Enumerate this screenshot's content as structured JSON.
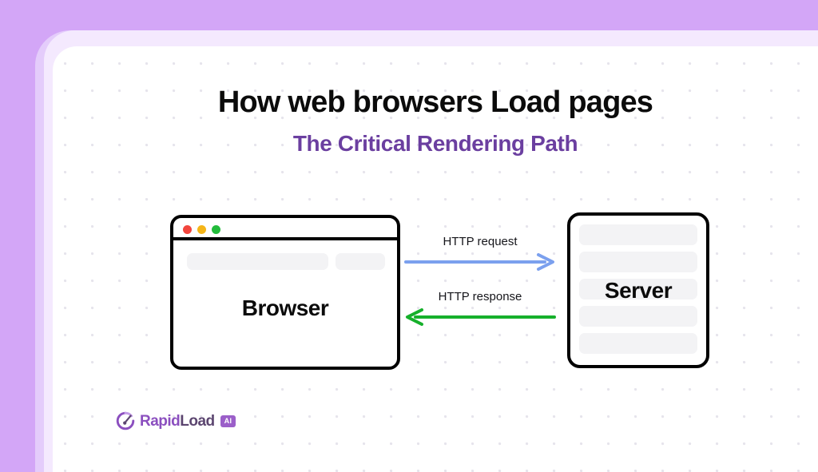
{
  "frame": {
    "outer_color": "#D3A6F7",
    "mid_color": "#E4CCFB",
    "inner_color": "#F4E9FE",
    "canvas_color": "#FFFFFF",
    "dot_color": "#E6E4EC"
  },
  "heading": {
    "title": "How web browsers Load pages",
    "subtitle": "The Critical Rendering Path",
    "title_color": "#0B0B0B",
    "subtitle_color": "#6B3FA0"
  },
  "browser": {
    "label": "Browser",
    "traffic_lights": [
      {
        "name": "close",
        "color": "#F2453D"
      },
      {
        "name": "minimize",
        "color": "#F5B518"
      },
      {
        "name": "maximize",
        "color": "#22BB3B"
      }
    ],
    "skeleton_bars": [
      "wide",
      "narrow"
    ],
    "border_color": "#000000",
    "skeleton_color": "#F3F3F5"
  },
  "server": {
    "label": "Server",
    "bar_count": 5,
    "border_color": "#000000",
    "bar_color": "#F3F3F5"
  },
  "arrows": [
    {
      "label": "HTTP request",
      "direction": "right",
      "color": "#7BA0EE",
      "name": "http-request-arrow"
    },
    {
      "label": "HTTP response",
      "direction": "left",
      "color": "#16B02B",
      "name": "http-response-arrow"
    }
  ],
  "logo": {
    "word_primary": "Rapid",
    "word_secondary": "Load",
    "badge": "AI",
    "primary_color": "#8B4FBF",
    "secondary_color": "#5C4670",
    "badge_color": "#9B5FC9"
  }
}
